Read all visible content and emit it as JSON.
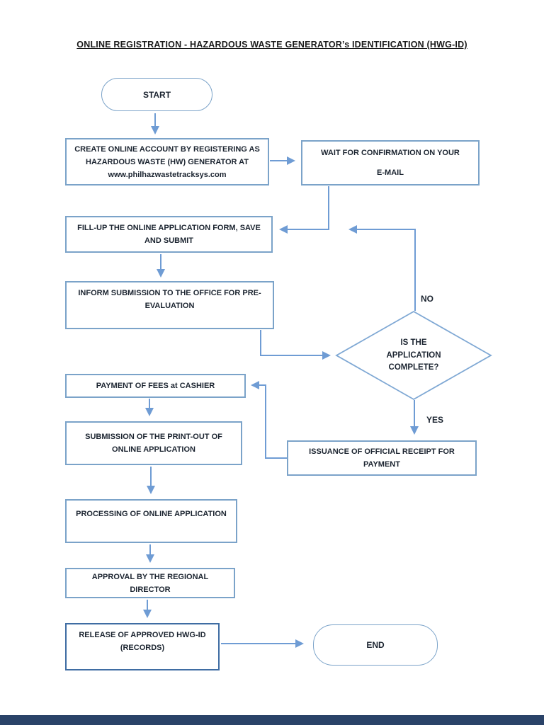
{
  "document": {
    "title": "ONLINE REGISTRATION - HAZARDOUS WASTE GENERATOR’s IDENTIFICATION (HWG-ID)"
  },
  "flowchart": {
    "start": "START",
    "create_account": "CREATE ONLINE ACCOUNT BY REGISTERING AS\nHAZARDOUS WASTE (HW) GENERATOR AT\nwww.philhazwastetracksys.com",
    "wait_confirmation": "WAIT FOR CONFIRMATION ON YOUR\nE-MAIL",
    "fill_up": "FILL-UP THE ONLINE APPLICATION FORM, SAVE\nAND SUBMIT",
    "inform_submission": "INFORM SUBMISSION TO THE OFFICE FOR PRE-\nEVALUATION",
    "decision": "IS THE\nAPPLICATION\nCOMPLETE?",
    "label_no": "NO",
    "label_yes": "YES",
    "payment": "PAYMENT OF FEES at CASHIER",
    "submission_printout": "SUBMISSION OF THE PRINT-OUT OF\nONLINE APPLICATION",
    "issuance_receipt": "ISSUANCE OF OFFICIAL RECEIPT FOR\nPAYMENT",
    "processing": "PROCESSING OF ONLINE APPLICATION",
    "approval": "APPROVAL BY THE REGIONAL\nDIRECTOR",
    "release": "RELEASE OF APPROVED HWG-ID\n(RECORDS)",
    "end": "END"
  },
  "colors": {
    "box_border": "#7ba3c9",
    "release_box_border": "#3f6da3",
    "arrow": "#6f9cd4",
    "node_text": "#1b2430",
    "title_text": "#1a1a1a",
    "page_bottom_bar": "#2a4368"
  }
}
